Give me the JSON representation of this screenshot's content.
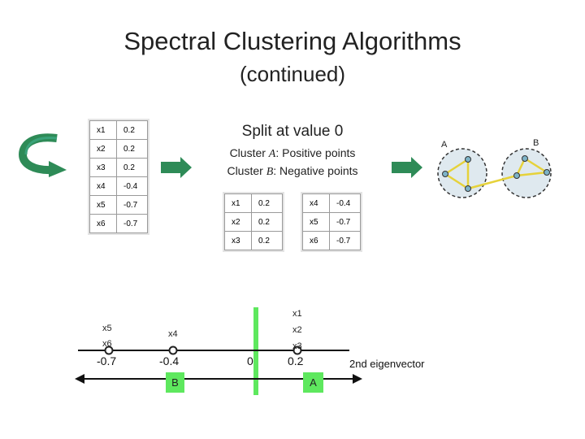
{
  "title": "Spectral Clustering Algorithms",
  "subtitle": "(continued)",
  "eigen_table": [
    {
      "label": "x1",
      "value": "0.2"
    },
    {
      "label": "x2",
      "value": "0.2"
    },
    {
      "label": "x3",
      "value": "0.2"
    },
    {
      "label": "x4",
      "value": "-0.4"
    },
    {
      "label": "x5",
      "value": "-0.7"
    },
    {
      "label": "x6",
      "value": "-0.7"
    }
  ],
  "split": {
    "title": "Split at value 0",
    "cluster_a_prefix": "Cluster ",
    "cluster_a_name": "A",
    "cluster_a_suffix": ": Positive points",
    "cluster_b_prefix": "Cluster ",
    "cluster_b_name": "B",
    "cluster_b_suffix": ": Negative points"
  },
  "positive_table": [
    {
      "label": "x1",
      "value": "0.2"
    },
    {
      "label": "x2",
      "value": "0.2"
    },
    {
      "label": "x3",
      "value": "0.2"
    }
  ],
  "negative_table": [
    {
      "label": "x4",
      "value": "-0.4"
    },
    {
      "label": "x5",
      "value": "-0.7"
    },
    {
      "label": "x6",
      "value": "-0.7"
    }
  ],
  "graph": {
    "cluster_a_label": "A",
    "cluster_b_label": "B"
  },
  "number_line": {
    "points": [
      {
        "value": "-0.7",
        "labels": [
          "x6",
          "x5"
        ]
      },
      {
        "value": "-0.4",
        "labels": [
          "x4"
        ]
      },
      {
        "value": "0.2",
        "labels": [
          "x1",
          "x2",
          "x3"
        ]
      }
    ],
    "zero_label": "0",
    "axis_label": "2nd eigenvector",
    "region_b": "B",
    "region_a": "A"
  },
  "colors": {
    "arrow": "#2e8b57",
    "node_edge": "#e6d23a",
    "cluster_fill": "#dfe9ef",
    "region": "#5ee85e",
    "split_line": "#5ee85e"
  }
}
